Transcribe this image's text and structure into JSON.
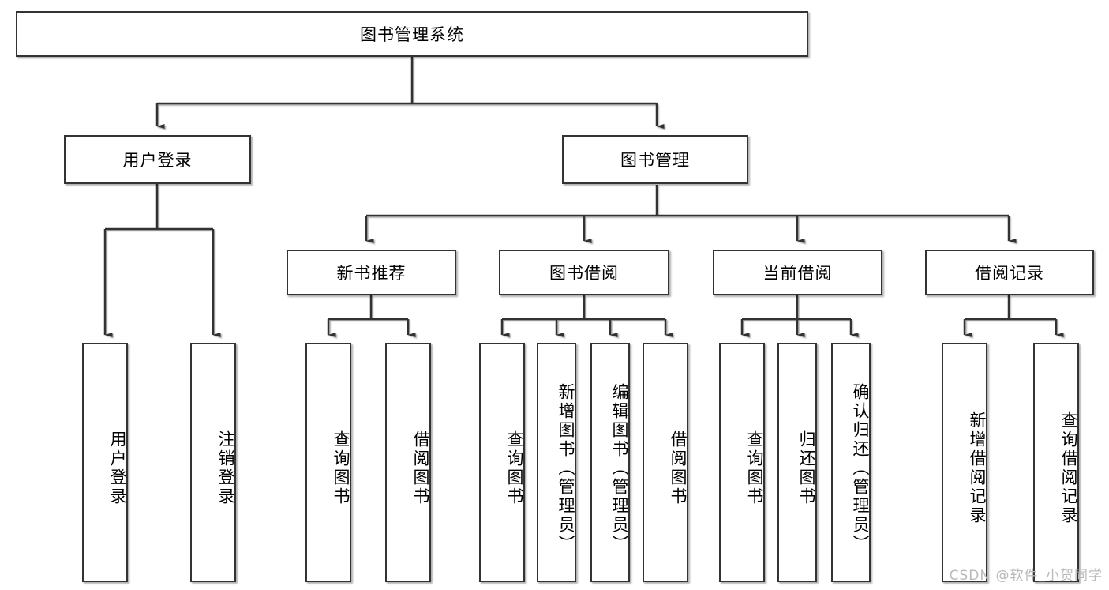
{
  "diagram": {
    "title": "图书管理系统",
    "type": "hierarchy-tree",
    "stroke_color": "#333333",
    "fill_color": "#ffffff",
    "background_color": "#ffffff"
  },
  "root": {
    "label": "图书管理系统"
  },
  "level2": [
    {
      "label": "用户登录"
    },
    {
      "label": "图书管理"
    }
  ],
  "level3": [
    {
      "label": "新书推荐"
    },
    {
      "label": "图书借阅"
    },
    {
      "label": "当前借阅"
    },
    {
      "label": "借阅记录"
    }
  ],
  "leaves": {
    "user_login": [
      {
        "label": "用户登录"
      },
      {
        "label": "注销登录"
      }
    ],
    "new_book_recommend": [
      {
        "label": "查询图书"
      },
      {
        "label": "借阅图书"
      }
    ],
    "book_borrow": [
      {
        "label": "查询图书"
      },
      {
        "label": "新增图书（管理员）"
      },
      {
        "label": "编辑图书（管理员）"
      },
      {
        "label": "借阅图书"
      }
    ],
    "current_borrow": [
      {
        "label": "查询图书"
      },
      {
        "label": "归还图书"
      },
      {
        "label": "确认归还（管理员）"
      }
    ],
    "borrow_record": [
      {
        "label": "新增借阅记录"
      },
      {
        "label": "查询借阅记录"
      }
    ]
  },
  "watermark": {
    "text": "CSDN @软件_小贺同学"
  }
}
